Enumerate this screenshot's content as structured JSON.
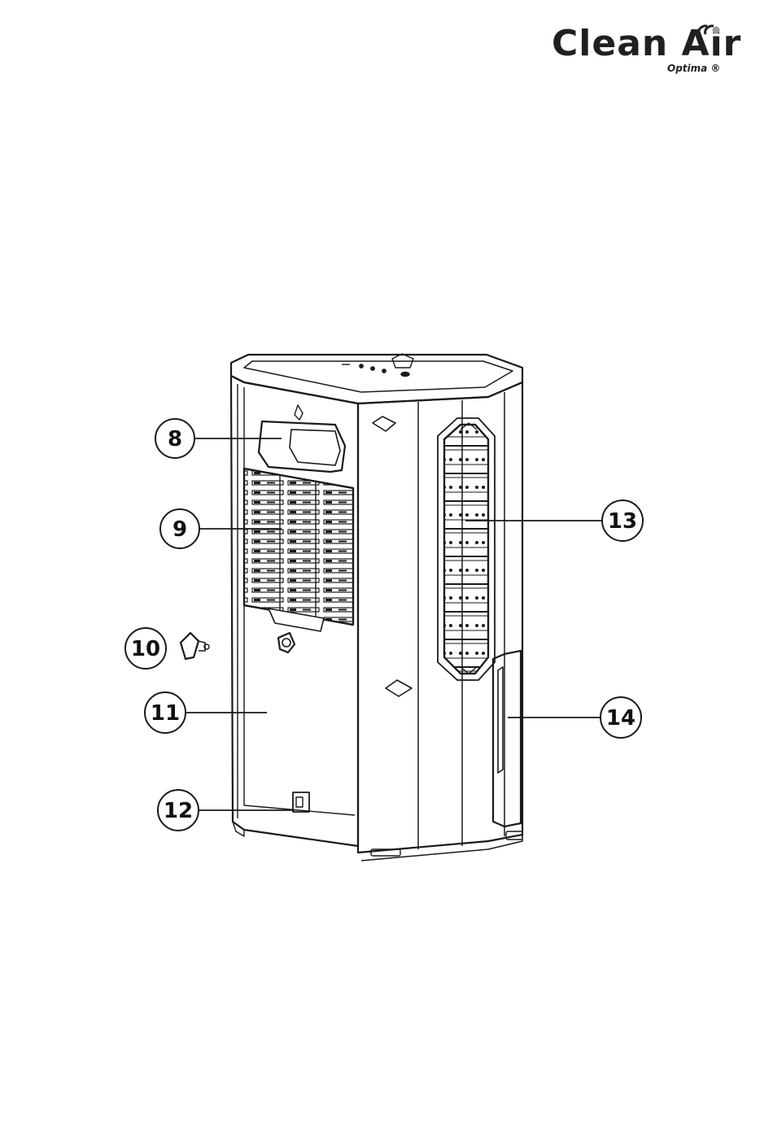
{
  "logo": {
    "brand": "Clean Air",
    "sub": "Optima ®"
  },
  "callouts": [
    {
      "number": "8"
    },
    {
      "number": "9"
    },
    {
      "number": "10"
    },
    {
      "number": "11"
    },
    {
      "number": "12"
    },
    {
      "number": "13"
    },
    {
      "number": "14"
    }
  ],
  "colors": {
    "line": "#1a1a1a",
    "background": "#ffffff"
  }
}
